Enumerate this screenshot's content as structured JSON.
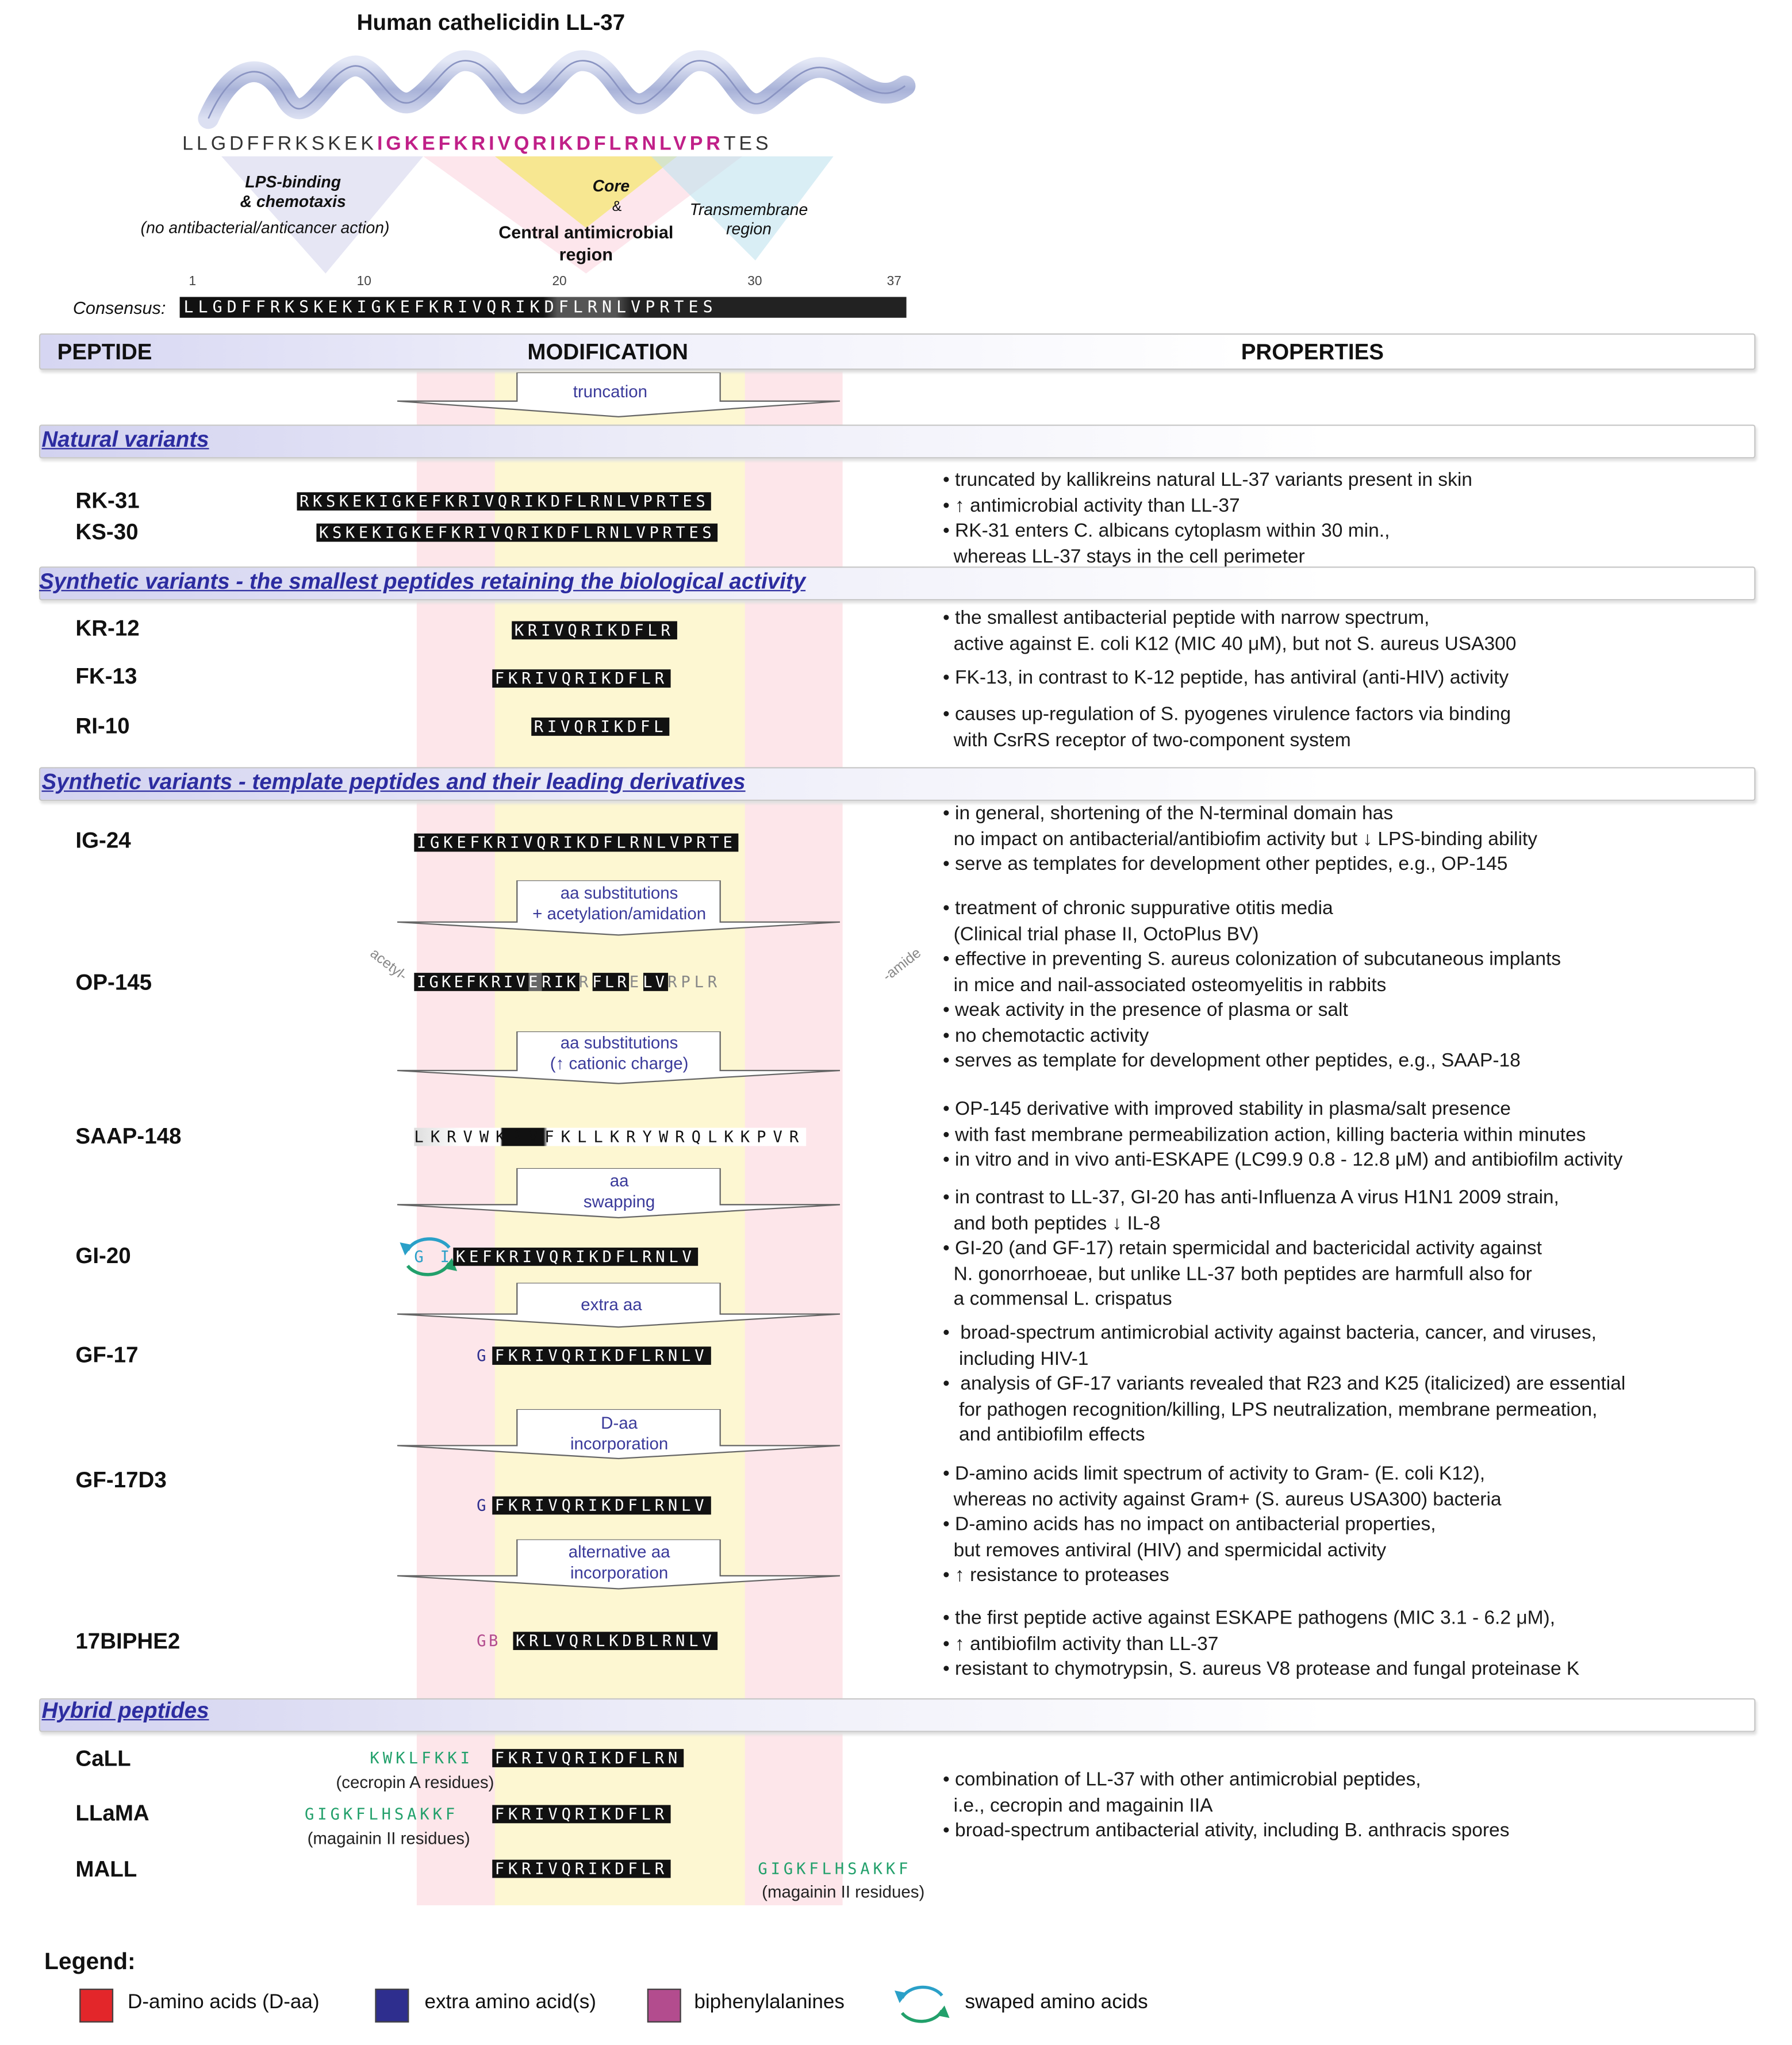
{
  "header": {
    "title": "Human cathelicidin LL-37",
    "sequence_plain": "LLGDFFRKSKEK",
    "sequence_core": "IGKEFKRIVQRIKDFLRNLVPR",
    "sequence_tail": "TES",
    "regions": {
      "lps": [
        "LPS-binding",
        "& chemotaxis"
      ],
      "lps_note": "(no antibacterial/anticancer action)",
      "core": "Core",
      "amp": "&",
      "central": [
        "Central antimicrobial",
        "region"
      ],
      "transmembrane": [
        "Transmembrane",
        "region"
      ]
    },
    "consensus_label": "Consensus:",
    "consensus": "LLGDFFRKSKEKIGKEFKRIVQRIKDFLRNLVPRTES",
    "ticks": [
      "1",
      "10",
      "20",
      "30",
      "37"
    ]
  },
  "columns": {
    "peptide": "PEPTIDE",
    "modification": "MODIFICATION",
    "properties": "PROPERTIES"
  },
  "mods": {
    "truncation": "truncation",
    "aa_sub1": [
      "aa substitutions",
      "+ acetylation/amidation"
    ],
    "aa_sub2": [
      "aa substitutions",
      "(↑ cationic charge)"
    ],
    "swap": [
      "aa",
      "swapping"
    ],
    "extra": "extra aa",
    "daa": [
      "D-aa",
      "incorporation"
    ],
    "alt": [
      "alternative aa",
      "incorporation"
    ]
  },
  "sections": {
    "natural": "Natural variants",
    "smallest": "Synthetic variants - the smallest peptides retaining the biological activity",
    "template": "Synthetic variants - template peptides and their leading derivatives",
    "hybrid": "Hybrid peptides"
  },
  "peptides": {
    "rk31": {
      "name": "RK-31",
      "seq": "RKSKEKIGKEFKRIVQRIKDFLRNLVPRTES"
    },
    "ks30": {
      "name": "KS-30",
      "seq": "KSKEKIGKEFKRIVQRIKDFLRNLVPRTES"
    },
    "kr12": {
      "name": "KR-12",
      "seq": "KRIVQRIKDFLR"
    },
    "fk13": {
      "name": "FK-13",
      "seq": "FKRIVQRIKDFLR"
    },
    "ri10": {
      "name": "RI-10",
      "seq": "RIVQRIKDFL"
    },
    "ig24": {
      "name": "IG-24",
      "seq": "IGKEFKRIVQRIKDFLRNLVPRTE"
    },
    "op145": {
      "name": "OP-145",
      "acetyl": "acetyl-",
      "amide": "-amide",
      "seq_a": "IGKEFKRIV",
      "seq_b": "E",
      "seq_c": "RIK",
      "seq_d": "R",
      "seq_e": "FLR",
      "seq_f": "E",
      "seq_g": "LV",
      "seq_h": "RPLR"
    },
    "saap148": {
      "name": "SAAP-148",
      "seq": "LKRVWKRVFKLLKRYWRQLKKPVR"
    },
    "gi20": {
      "name": "GI-20",
      "g": "G",
      "i": "I",
      "seq": "KEFKRIVQRIKDFLRNLV"
    },
    "gf17": {
      "name": "GF-17",
      "g": "G",
      "seq": "FKRIVQRIKDFLRNLV"
    },
    "gf17d3": {
      "name": "GF-17D3",
      "g": "G",
      "seq": "FKRIVQRIKDFLRNLV"
    },
    "bip": {
      "name": "17BIPHE2",
      "g": "GB",
      "seq": "KRLVQRLKDBLRNLV"
    },
    "call": {
      "name": "CaLL",
      "prefix": "KWKLFKKI",
      "seq": "FKRIVQRIKDFLRN",
      "note": "(cecropin A residues)"
    },
    "llama": {
      "name": "LLaMA",
      "prefix": "GIGKFLHSAKKF",
      "seq": "FKRIVQRIKDFLR",
      "note": "(magainin II residues)"
    },
    "mall": {
      "name": "MALL",
      "seq": "FKRIVQRIKDFLR",
      "suffix": "GIGKFLHSAKKF",
      "note": "(magainin II residues)"
    }
  },
  "properties": {
    "natural": [
      "• truncated by kallikreins natural LL-37 variants present in skin",
      "• ↑ antimicrobial activity than LL-37",
      "• RK-31 enters C. albicans cytoplasm within 30 min.,",
      "  whereas LL-37 stays in the cell perimeter"
    ],
    "kr12": [
      "• the smallest antibacterial peptide with narrow spectrum,",
      "  active against E. coli K12 (MIC 40 μM), but not S. aureus USA300"
    ],
    "fk13": [
      "• FK-13, in contrast to K-12 peptide, has antiviral (anti-HIV) activity"
    ],
    "ri10": [
      "• causes up-regulation of S. pyogenes virulence factors via binding",
      "  with CsrRS receptor of two-component system"
    ],
    "ig24": [
      "• in general, shortening of the N-terminal domain has",
      "  no impact on antibacterial/antibiofim activity but ↓ LPS-binding ability",
      "• serve as templates for development other peptides, e.g., OP-145"
    ],
    "op145": [
      "• treatment of chronic suppurative otitis media",
      "  (Clinical trial phase II, OctoPlus BV)",
      "• effective in preventing S. aureus colonization of subcutaneous implants",
      "  in mice and nail-associated osteomyelitis in rabbits",
      "• weak activity in the presence of plasma or salt",
      "• no chemotactic activity",
      "• serves as template for development other peptides, e.g., SAAP-18"
    ],
    "saap148": [
      "• OP-145 derivative with improved stability in plasma/salt presence",
      "• with fast membrane permeabilization action, killing bacteria within minutes",
      "• in vitro and in vivo anti-ESKAPE (LC99.9 0.8 - 12.8 μM) and antibiofilm activity"
    ],
    "gi20": [
      "• in contrast to LL-37, GI-20 has anti-Influenza A virus H1N1 2009 strain,",
      "  and both peptides ↓ IL-8",
      "• GI-20 (and GF-17) retain spermicidal and bactericidal activity against",
      "  N. gonorrhoeae, but unlike LL-37 both peptides are harmfull also for",
      "  a commensal L. crispatus"
    ],
    "gf17": [
      "•  broad-spectrum antimicrobial activity against bacteria, cancer, and viruses,",
      "   including HIV-1",
      "•  analysis of GF-17 variants revealed that R23 and K25 (italicized) are essential",
      "   for pathogen recognition/killing, LPS neutralization, membrane permeation,",
      "   and antibiofilm effects"
    ],
    "gf17d3": [
      "• D-amino acids limit spectrum of activity to Gram- (E. coli K12),",
      "  whereas no activity against Gram+ (S. aureus USA300) bacteria",
      "• D-amino acids has no impact on antibacterial properties,",
      "  but removes antiviral (HIV) and spermicidal activity",
      "• ↑ resistance to proteases"
    ],
    "bip": [
      "• the first peptide active against ESKAPE pathogens (MIC 3.1 - 6.2 μM),",
      "• ↑ antibiofilm activity than LL-37",
      "• resistant to chymotrypsin, S. aureus V8 protease and fungal proteinase K"
    ],
    "hybrid": [
      "• combination of LL-37 with other antimicrobial peptides,",
      "  i.e., cecropin and magainin IIA",
      "• broad-spectrum antibacterial ativity, including B. anthracis spores"
    ]
  },
  "legend": {
    "title": "Legend:",
    "items": [
      {
        "label": "D-amino acids (D-aa)",
        "color": "#e3262a"
      },
      {
        "label": "extra amino acid(s)",
        "color": "#2e2e8e"
      },
      {
        "label": "biphenylalanines",
        "color": "#b34c8e"
      },
      {
        "label": "swaped amino acids",
        "color": "#2aa0c8"
      }
    ]
  },
  "colors": {
    "pink_stripe": "#fde6ea",
    "yellow_stripe": "#fdf7d2",
    "section_text": "#2c2ca0",
    "hybrid_green": "#22a06b"
  }
}
